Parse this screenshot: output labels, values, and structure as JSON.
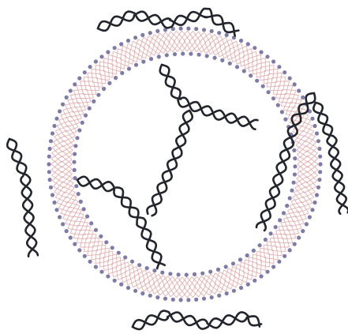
{
  "diagram": {
    "kind": "liposome-with-double-stranded-dna",
    "colors": {
      "background": "#ffffff",
      "lipid_tail": "#e3a3a3",
      "lipid_head": "#7f7ba8",
      "dna_strand": "#22252c"
    },
    "bilayer": {
      "outer_leaflet_heads": 110,
      "inner_leaflet_heads": 86
    },
    "dna_helix_count": {
      "inside_vesicle": 4,
      "crossing_membrane": 2,
      "outside_vesicle": 3
    }
  }
}
